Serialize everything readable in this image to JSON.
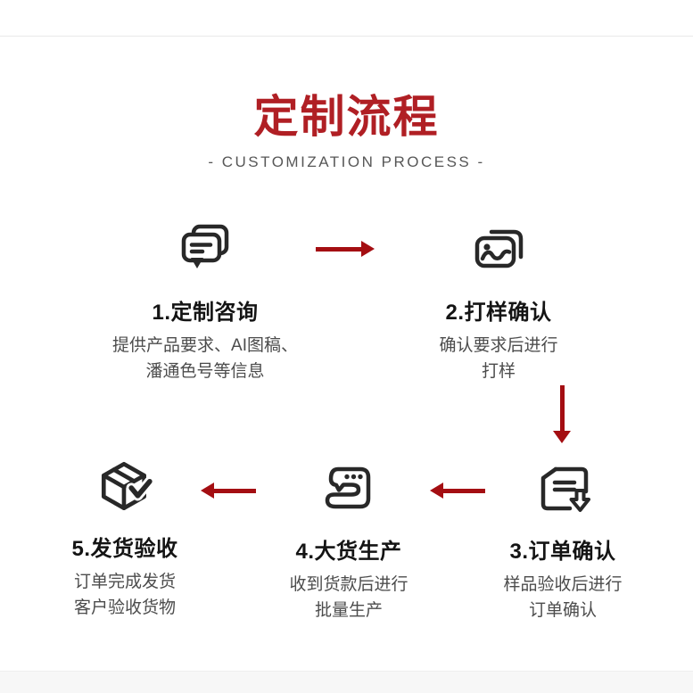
{
  "header": {
    "title": "定制流程",
    "subtitle": "-  CUSTOMIZATION PROCESS  -"
  },
  "colors": {
    "title_red": "#b01f24",
    "arrow_red": "#a40e12",
    "icon_dark": "#282828",
    "text_dark": "#141414",
    "text_gray": "#4c4c4c",
    "divider": "#e9e9e9",
    "footer_strip": "#f7f7f7"
  },
  "steps": [
    {
      "id": 1,
      "icon": "chat-icon",
      "title": "1.定制咨询",
      "desc_lines": [
        "提供产品要求、AI图稿、",
        "潘通色号等信息"
      ]
    },
    {
      "id": 2,
      "icon": "photos-icon",
      "title": "2.打样确认",
      "desc_lines": [
        "确认要求后进行",
        "打样"
      ]
    },
    {
      "id": 3,
      "icon": "order-document-icon",
      "title": "3.订单确认",
      "desc_lines": [
        "样品验收后进行",
        "订单确认"
      ]
    },
    {
      "id": 4,
      "icon": "sewing-machine-icon",
      "title": "4.大货生产",
      "desc_lines": [
        "收到货款后进行",
        "批量生产"
      ]
    },
    {
      "id": 5,
      "icon": "package-check-icon",
      "title": "5.发货验收",
      "desc_lines": [
        "订单完成发货",
        "客户验收货物"
      ]
    }
  ],
  "arrows": [
    {
      "name": "arrow-step1-to-step2",
      "direction": "right"
    },
    {
      "name": "arrow-step2-to-step3",
      "direction": "down"
    },
    {
      "name": "arrow-step3-to-step4",
      "direction": "left"
    },
    {
      "name": "arrow-step4-to-step5",
      "direction": "left"
    }
  ]
}
